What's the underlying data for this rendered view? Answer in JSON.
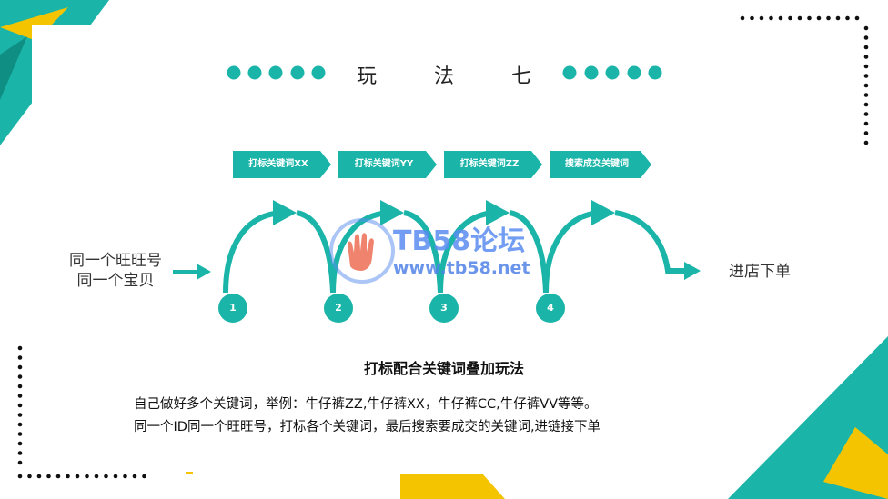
{
  "title": "玩 法 七",
  "steps": [
    {
      "label": "打标关键词XX"
    },
    {
      "label": "打标关键词YY"
    },
    {
      "label": "打标关键词ZZ"
    },
    {
      "label": "搜索成交关键词"
    }
  ],
  "circles": [
    "1",
    "2",
    "3",
    "4"
  ],
  "left_text": {
    "line1": "同一个旺旺号",
    "line2": "同一个宝贝"
  },
  "right_text": "进店下单",
  "subtitle": "打标配合关键词叠加玩法",
  "description": {
    "line1": "自己做好多个关键词，举例：牛仔裤ZZ,牛仔裤XX，牛仔裤CC,牛仔裤VV等等。",
    "line2": "同一个ID同一个旺旺号，打标各个关键词，最后搜索要成交的关键词,进链接下单"
  },
  "watermark": {
    "brand": "TB58论坛",
    "url": "www.tb58.net"
  },
  "colors": {
    "teal": "#1ab5a8",
    "yellow": "#f5c400",
    "dark_teal": "#0f8f84",
    "dots": "#111111"
  }
}
